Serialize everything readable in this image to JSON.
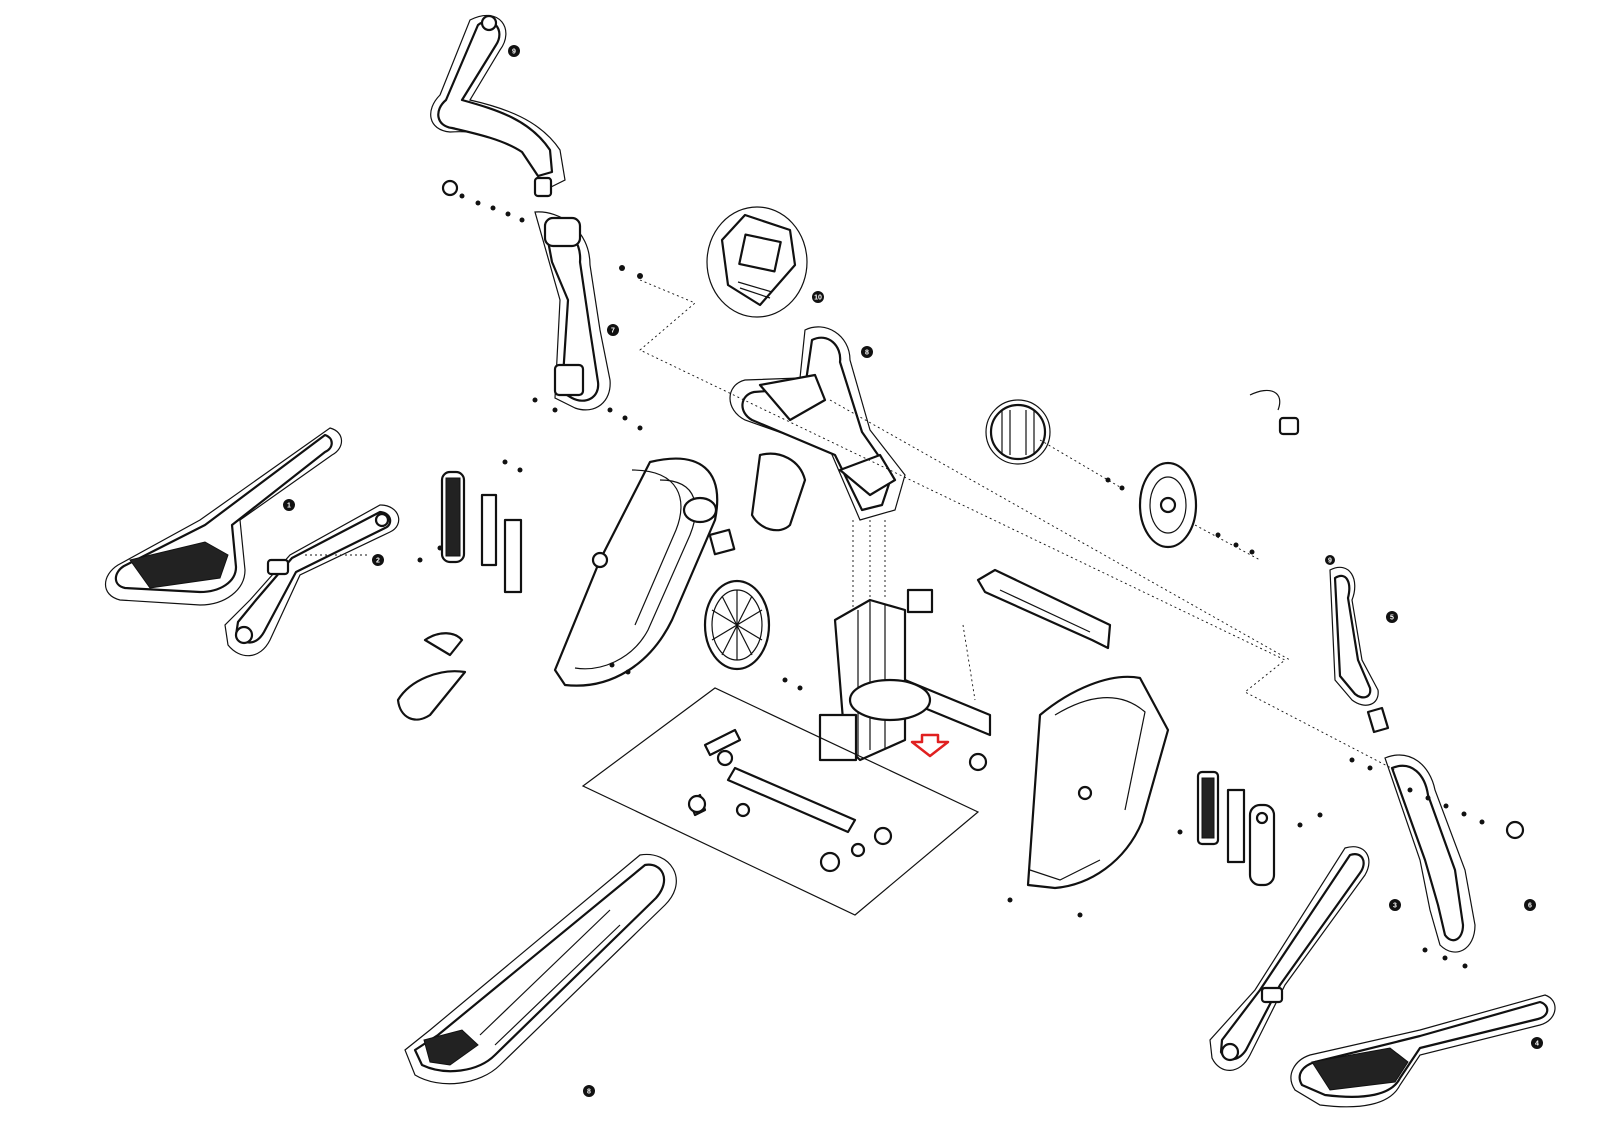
{
  "diagram": {
    "callouts": [
      {
        "id": "handlebar-left-label",
        "text": "9"
      },
      {
        "id": "console-label",
        "text": "10"
      },
      {
        "id": "upright-label",
        "text": "8"
      },
      {
        "id": "left-lower-arm-label",
        "text": "7"
      },
      {
        "id": "left-pedal-arm-label",
        "text": "1"
      },
      {
        "id": "left-crank-label",
        "text": "2"
      },
      {
        "id": "right-pedal-arm-label",
        "text": "4"
      },
      {
        "id": "right-lower-arm-label",
        "text": "6"
      },
      {
        "id": "right-crank-label",
        "text": "3"
      },
      {
        "id": "right-handlebar-label",
        "text": "5"
      },
      {
        "id": "right-handlebar-top-label",
        "text": "9"
      },
      {
        "id": "rail-label",
        "text": "8"
      }
    ],
    "highlight_color": "#e02020",
    "line_color": "#111111"
  }
}
